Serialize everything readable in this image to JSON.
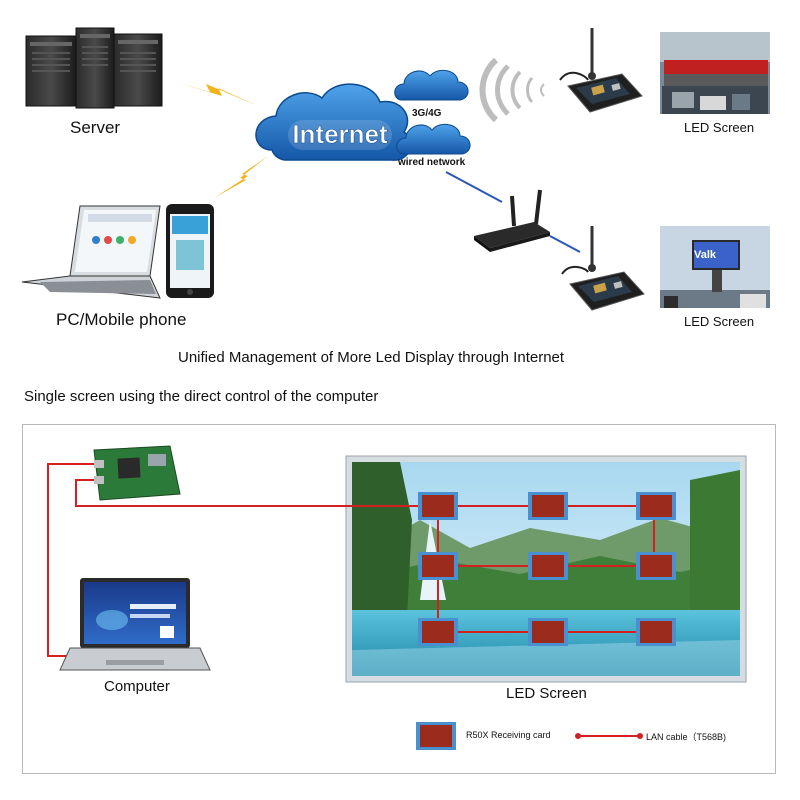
{
  "top_diagram": {
    "server_label": "Server",
    "pc_mobile_label": "PC/Mobile phone",
    "internet_label": "Internet",
    "cellular_label": "3G/4G",
    "wired_label": "wired network",
    "led_screen_label_1": "LED Screen",
    "led_screen_label_2": "LED Screen",
    "screen_1_sign_text": "",
    "screen_2_sign_text": "Valk",
    "caption": "Unified Management of More Led Display through Internet"
  },
  "section_title": "Single screen using the direct control of the computer",
  "bottom_diagram": {
    "computer_label": "Computer",
    "led_screen_label": "LED Screen",
    "legend": {
      "receiving_card_label": "R50X Receiving card",
      "lan_cable_label": "LAN cable（T568B)"
    }
  },
  "colors": {
    "cable": "#d42020",
    "lightning": "#f2b21a",
    "cloud": "#1f6fc4",
    "card_border": "#4a8fd0",
    "card_fill": "#9b2b1c"
  }
}
